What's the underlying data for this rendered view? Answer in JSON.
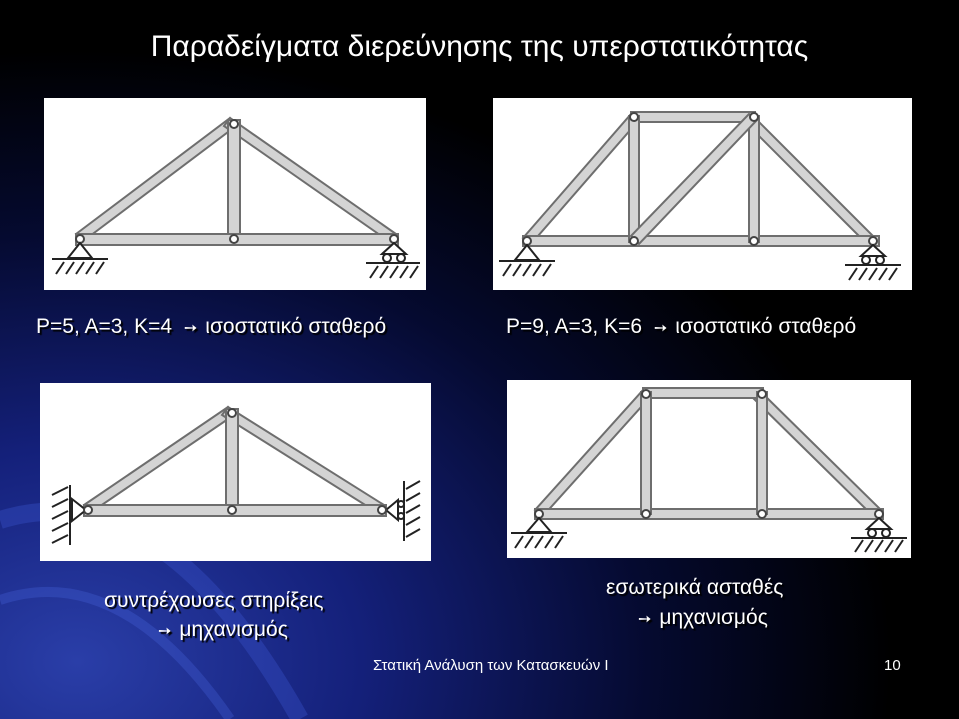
{
  "slide": {
    "title": "Παραδείγματα διερεύνησης της υπερστατικότητας",
    "captions": {
      "a_label": "P=5, A=3, K=4",
      "a_result": "ισοστατικό σταθερό",
      "b_label": "P=9, A=3, K=6",
      "b_result": "ισοστατικό σταθερό",
      "c_line1": "συντρέχουσες στηρίξεις",
      "c_line2": "μηχανισμός",
      "d_line1": "εσωτερικά ασταθές",
      "d_line2": "μηχανισμός"
    },
    "arrow_glyph": "➙",
    "footer_text": "Στατική Ανάλυση των Κατασκευών Ι",
    "page_number": "10"
  },
  "colors": {
    "background": "#000000",
    "member_fill": "#d4d4d4",
    "member_stroke": "#6e6e6e",
    "text": "#ffffff"
  }
}
